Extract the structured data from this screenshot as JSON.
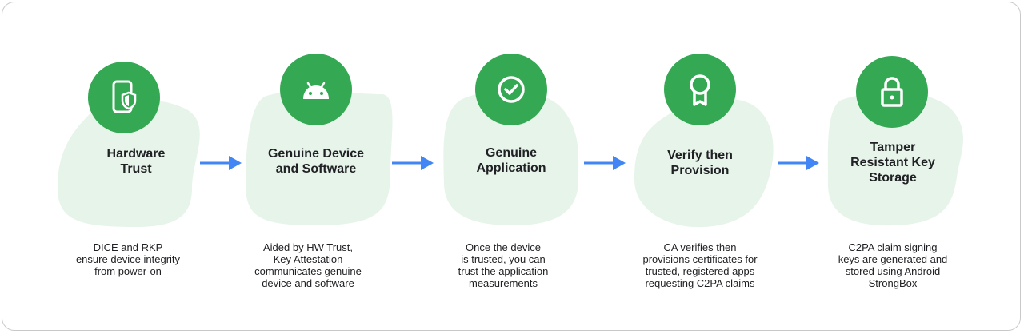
{
  "steps": [
    {
      "icon": "phone-shield-icon",
      "title": "Hardware\nTrust",
      "description": "DICE and RKP\nensure device integrity\nfrom power-on"
    },
    {
      "icon": "android-icon",
      "title": "Genuine Device\nand Software",
      "description": "Aided by HW Trust,\nKey Attestation\ncommunicates genuine\ndevice and software"
    },
    {
      "icon": "check-circle-icon",
      "title": "Genuine\nApplication",
      "description": "Once the device\nis trusted, you can\ntrust the application\nmeasurements"
    },
    {
      "icon": "certificate-ribbon-icon",
      "title": "Verify then\nProvision",
      "description": "CA verifies then\nprovisions certificates for\ntrusted, registered apps\nrequesting C2PA claims"
    },
    {
      "icon": "lock-icon",
      "title": "Tamper\nResistant Key\nStorage",
      "description": "C2PA claim signing\nkeys are generated and\nstored using Android\nStrongBox"
    }
  ],
  "colors": {
    "icon_circle": "#34a853",
    "blob": "#e6f4ea",
    "arrow": "#4285f4"
  }
}
